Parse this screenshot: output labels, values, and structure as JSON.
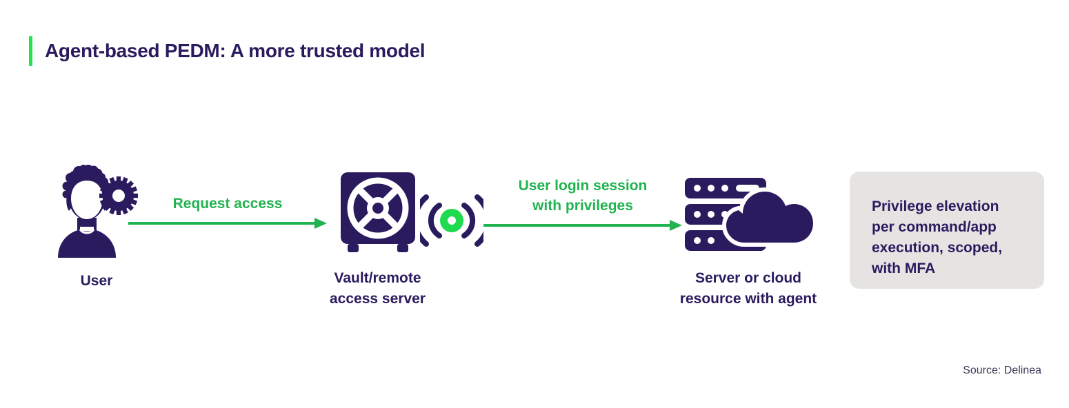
{
  "title": {
    "text": "Agent-based PEDM: A more trusted model",
    "accent_color": "#22E24F"
  },
  "colors": {
    "navy": "#2A1B5E",
    "green": "#21B34F",
    "accent_green": "#22E24F",
    "callout_bg": "#E5E4E3",
    "background": "#FFFFFF"
  },
  "nodes": [
    {
      "id": "user",
      "icon": "user-with-gear-icon",
      "label": "User"
    },
    {
      "id": "vault",
      "icon": "vault-safe-icon",
      "secondary_icon": "wireless-signal-icon",
      "label": "Vault/remote\naccess server"
    },
    {
      "id": "server",
      "icon": "server-cloud-icon",
      "label": "Server or cloud\nresource with agent"
    }
  ],
  "arrows": [
    {
      "id": "arrow-1",
      "label": "Request access",
      "direction": "right"
    },
    {
      "id": "arrow-2",
      "label": "User login session\nwith privileges",
      "direction": "right"
    }
  ],
  "callout": {
    "text": "Privilege elevation per command/app execution, scoped, with MFA"
  },
  "source": {
    "text": "Source: Delinea"
  }
}
